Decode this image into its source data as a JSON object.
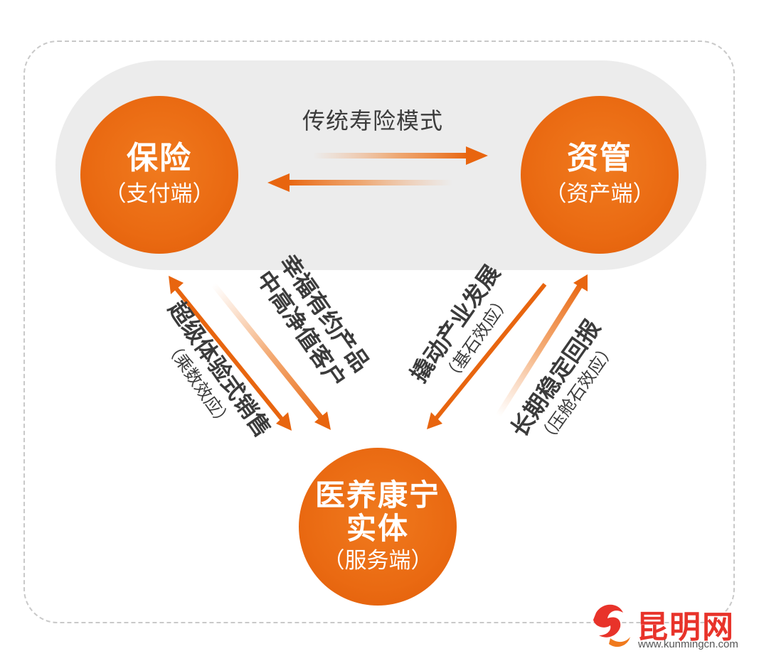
{
  "nodes": {
    "insurance": {
      "title": "保险",
      "subtitle": "（支付端）"
    },
    "asset_management": {
      "title": "资管",
      "subtitle": "（资产端）"
    },
    "medical": {
      "title_line1": "医养康宁",
      "title_line2": "实体",
      "subtitle": "（服务端）"
    }
  },
  "labels": {
    "traditional": "传统寿险模式",
    "super_sales": {
      "main": "超级体验式销售",
      "sub": "（乘数效应）"
    },
    "hnw": {
      "line1": "幸福有约产品",
      "line2": "中高净值客户"
    },
    "lever": {
      "main": "撬动产业发展",
      "sub": "（基石效应）"
    },
    "stable": {
      "main": "长期稳定回报",
      "sub": "（压舱石效应）"
    }
  },
  "watermark": {
    "name": "昆明网",
    "url": "www.kunmingcn.com"
  },
  "colors": {
    "accent": "#ea6a12",
    "band": "#ececec",
    "text": "#3b3b3b",
    "watermark": "#e8332a"
  }
}
